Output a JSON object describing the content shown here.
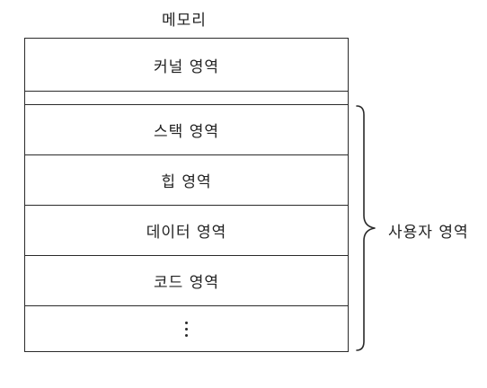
{
  "title": "메모리",
  "regions": {
    "kernel": "커널 영역",
    "stack": "스택 영역",
    "heap": "힙 영역",
    "data": "데이터 영역",
    "code": "코드 영역"
  },
  "brace_label": "사용자 영역"
}
